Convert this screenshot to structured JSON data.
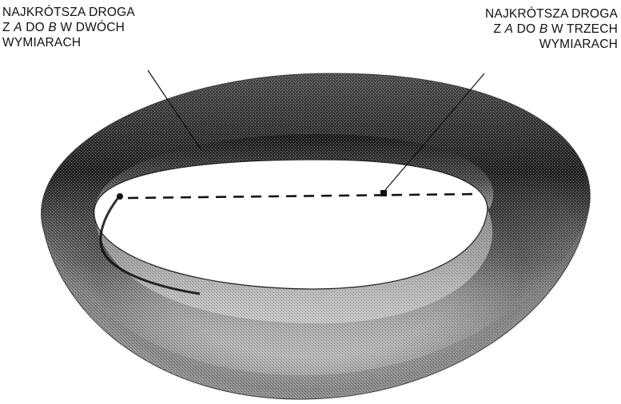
{
  "labels": {
    "left": {
      "line1": "NAJKRÓTSZA DROGA",
      "line2_pre": "Z ",
      "line2_a": "A",
      "line2_mid": " DO ",
      "line2_b": "B",
      "line2_post": " W DWÓCH",
      "line3": "WYMIARACH"
    },
    "right": {
      "line1": "NAJKRÓTSZA DROGA",
      "line2_pre": "Z ",
      "line2_a": "A",
      "line2_mid": " DO ",
      "line2_b": "B",
      "line2_post": " W TRZECH",
      "line3": "WYMIARACH"
    }
  },
  "colors": {
    "torus_light": "#e4e4e4",
    "torus_mid": "#8a8a8a",
    "torus_dark": "#1a1a1a",
    "line": "#111111"
  }
}
